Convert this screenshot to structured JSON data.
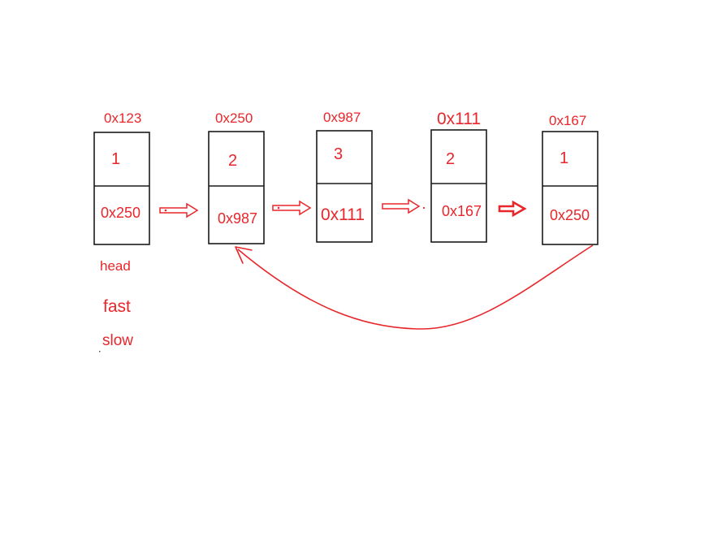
{
  "colors": {
    "box_stroke": "#1a1a1a",
    "accent": "#e8262b"
  },
  "nodes": [
    {
      "address": "0x123",
      "value": "1",
      "next": "0x250"
    },
    {
      "address": "0x250",
      "value": "2",
      "next": "0x987"
    },
    {
      "address": "0x987",
      "value": "3",
      "next": "0x111"
    },
    {
      "address": "0x111",
      "value": "2",
      "next": "0x167"
    },
    {
      "address": "0x167",
      "value": "1",
      "next": "0x250"
    }
  ],
  "pointers": {
    "head": "head",
    "fast": "fast",
    "slow": "slow"
  },
  "cycle_link": {
    "from_node_index": 4,
    "to_node_index": 1
  }
}
